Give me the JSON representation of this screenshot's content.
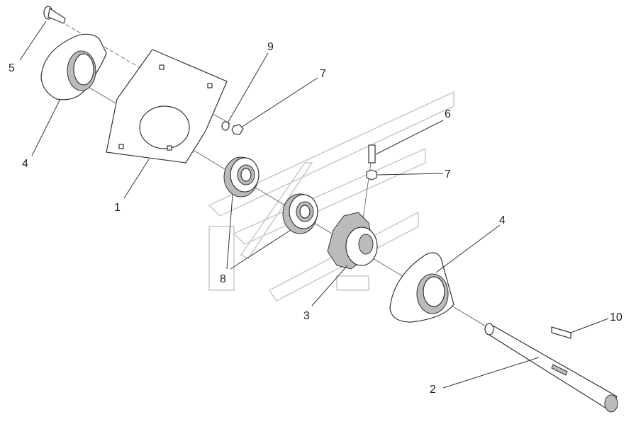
{
  "diagram": {
    "type": "exploded parts view",
    "callouts": [
      {
        "id": "c5",
        "label": "5"
      },
      {
        "id": "c4a",
        "label": "4"
      },
      {
        "id": "c1",
        "label": "1"
      },
      {
        "id": "c9",
        "label": "9"
      },
      {
        "id": "c7a",
        "label": "7"
      },
      {
        "id": "c6",
        "label": "6"
      },
      {
        "id": "c7b",
        "label": "7"
      },
      {
        "id": "c4b",
        "label": "4"
      },
      {
        "id": "c8",
        "label": "8"
      },
      {
        "id": "c3",
        "label": "3"
      },
      {
        "id": "c10",
        "label": "10"
      },
      {
        "id": "c2",
        "label": "2"
      }
    ]
  }
}
